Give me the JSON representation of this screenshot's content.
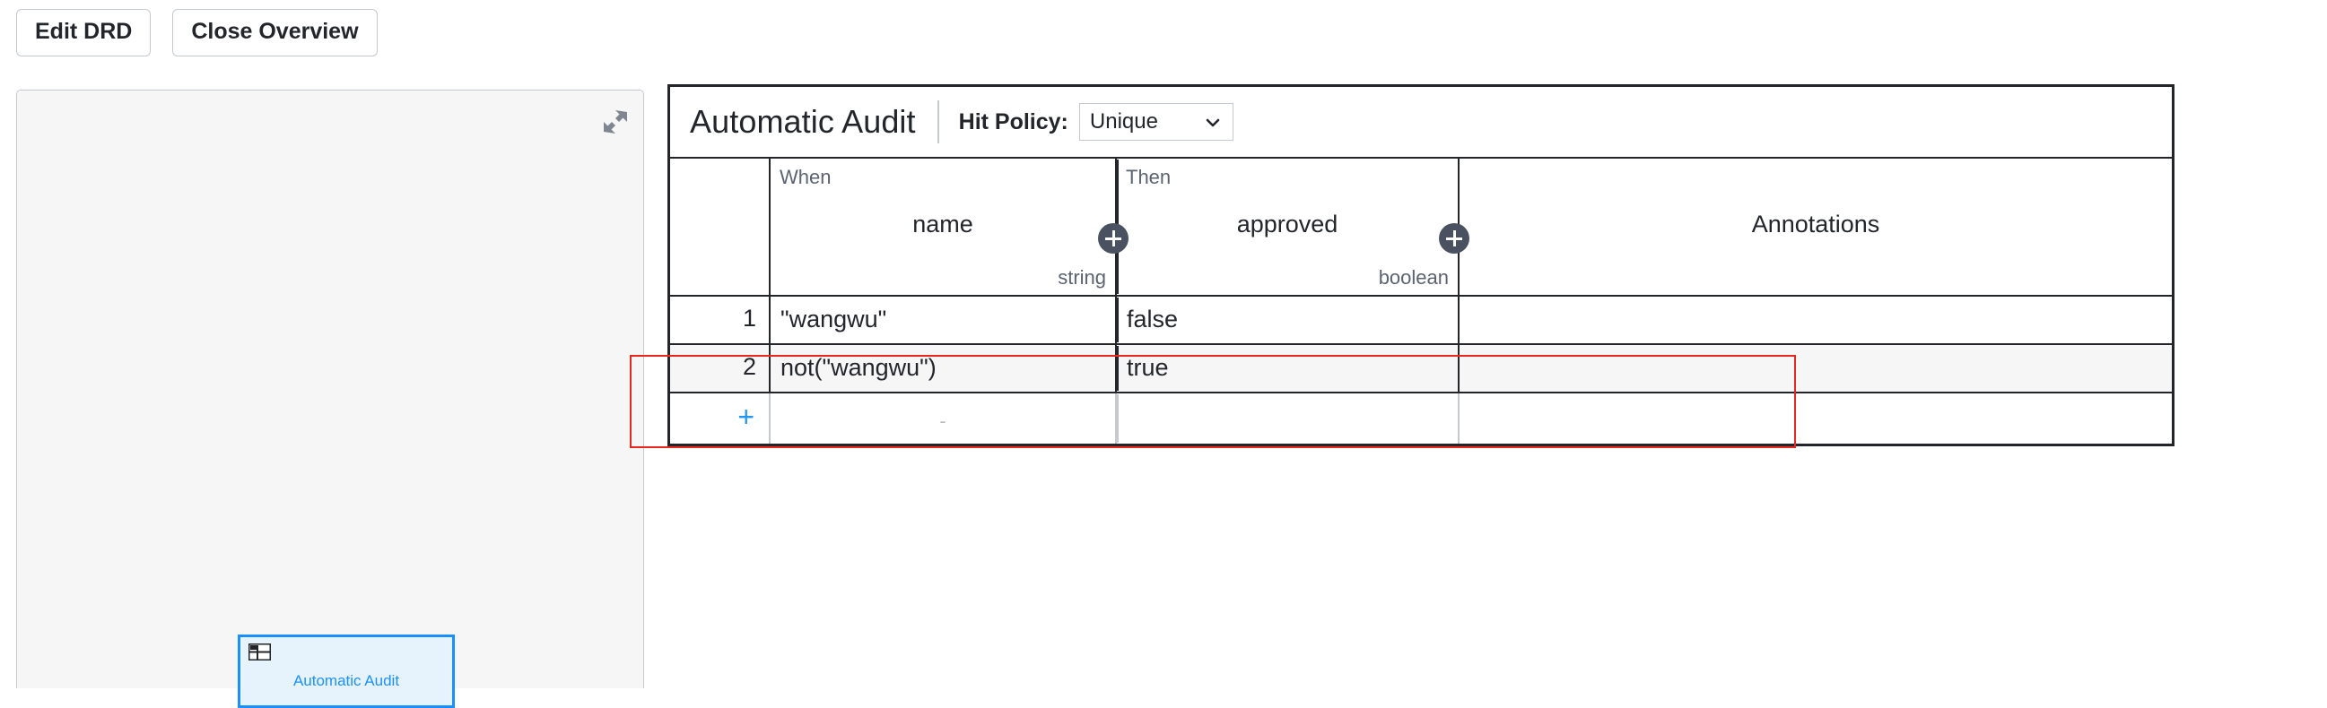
{
  "toolbar": {
    "buttons": [
      {
        "label": "Edit DRD",
        "name": "edit-drd-button"
      },
      {
        "label": "Close Overview",
        "name": "close-overview-button"
      }
    ]
  },
  "drd_panel": {
    "collapse_icon": "collapse-diagonal-icon",
    "node": {
      "label": "Automatic Audit",
      "icon": "decision-table-icon",
      "border_color": "#1a90ff",
      "fill_color": "#e6f3fd",
      "text_color": "#1a90ff"
    }
  },
  "decision_table": {
    "title": "Automatic Audit",
    "hit_policy_label": "Hit Policy:",
    "hit_policy_value": "Unique",
    "hit_policy_options": [
      "Unique"
    ],
    "clauses": {
      "input": "When",
      "output": "Then"
    },
    "columns": {
      "input_name": "name",
      "input_type": "string",
      "output_name": "approved",
      "output_type": "boolean",
      "annotations": "Annotations"
    },
    "add_input_icon": "plus-circle-icon",
    "add_output_icon": "plus-circle-icon",
    "rows": [
      {
        "number": "1",
        "input": "\"wangwu\"",
        "output": "false",
        "annotation": ""
      },
      {
        "number": "2",
        "input": "not(\"wangwu\")",
        "output": "true",
        "annotation": ""
      }
    ],
    "add_row": {
      "plus": "+",
      "placeholder": "-"
    },
    "selection_color": "#e8281e"
  }
}
